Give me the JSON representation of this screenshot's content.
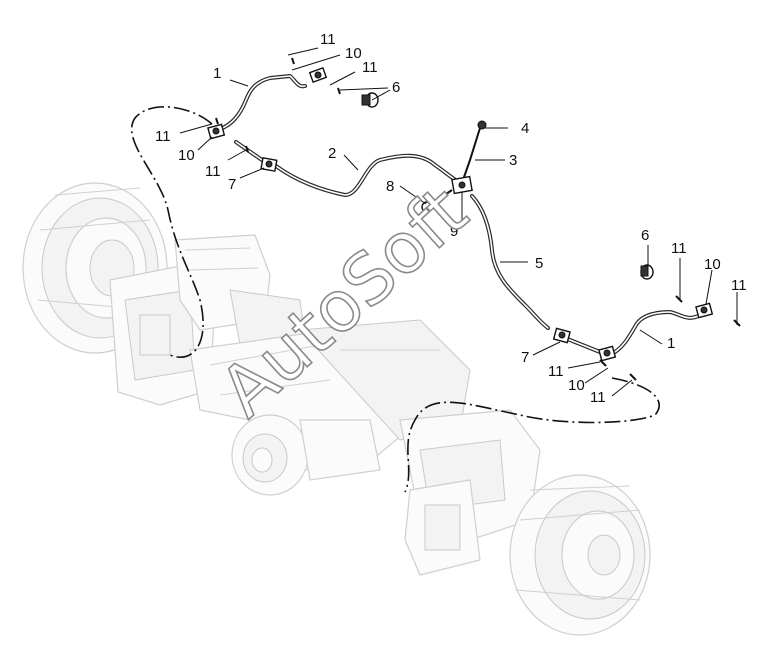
{
  "watermark": "AutoSoft",
  "callouts": {
    "c1a": "1",
    "c11a": "11",
    "c10a": "10",
    "c11b": "11",
    "c6a": "6",
    "c11c": "11",
    "c10b": "10",
    "c11d": "11",
    "c7a": "7",
    "c2": "2",
    "c4": "4",
    "c3": "3",
    "c8": "8",
    "c9": "9",
    "c5": "5",
    "c6b": "6",
    "c11e": "11",
    "c10c": "10",
    "c11f": "11",
    "c1b": "1",
    "c7b": "7",
    "c11g": "11",
    "c10d": "10",
    "c11h": "11"
  }
}
